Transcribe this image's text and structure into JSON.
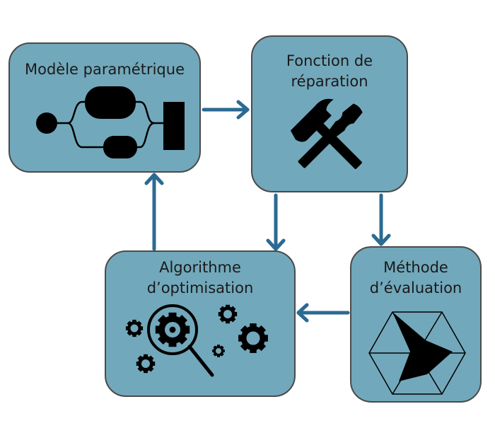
{
  "diagram": {
    "nodes": [
      {
        "id": "modele",
        "title_lines": [
          "Modèle paramétrique"
        ],
        "icon": "flow-graph-icon"
      },
      {
        "id": "fonction",
        "title_lines": [
          "Fonction de",
          "réparation"
        ],
        "icon": "hammer-screwdriver-icon"
      },
      {
        "id": "algorithme",
        "title_lines": [
          "Algorithme",
          "d’optimisation"
        ],
        "icon": "magnifier-gears-icon"
      },
      {
        "id": "methode",
        "title_lines": [
          "Méthode",
          "d’évaluation"
        ],
        "icon": "radar-hexagon-icon"
      }
    ],
    "edges": [
      {
        "from": "modele",
        "to": "fonction"
      },
      {
        "from": "fonction",
        "to": "algorithme"
      },
      {
        "from": "fonction",
        "to": "methode"
      },
      {
        "from": "methode",
        "to": "algorithme"
      },
      {
        "from": "algorithme",
        "to": "modele"
      }
    ],
    "colors": {
      "box_fill": "#72a8bb",
      "box_border": "#4a4a4a",
      "arrow": "#2b6a92",
      "icon": "#000000"
    }
  }
}
